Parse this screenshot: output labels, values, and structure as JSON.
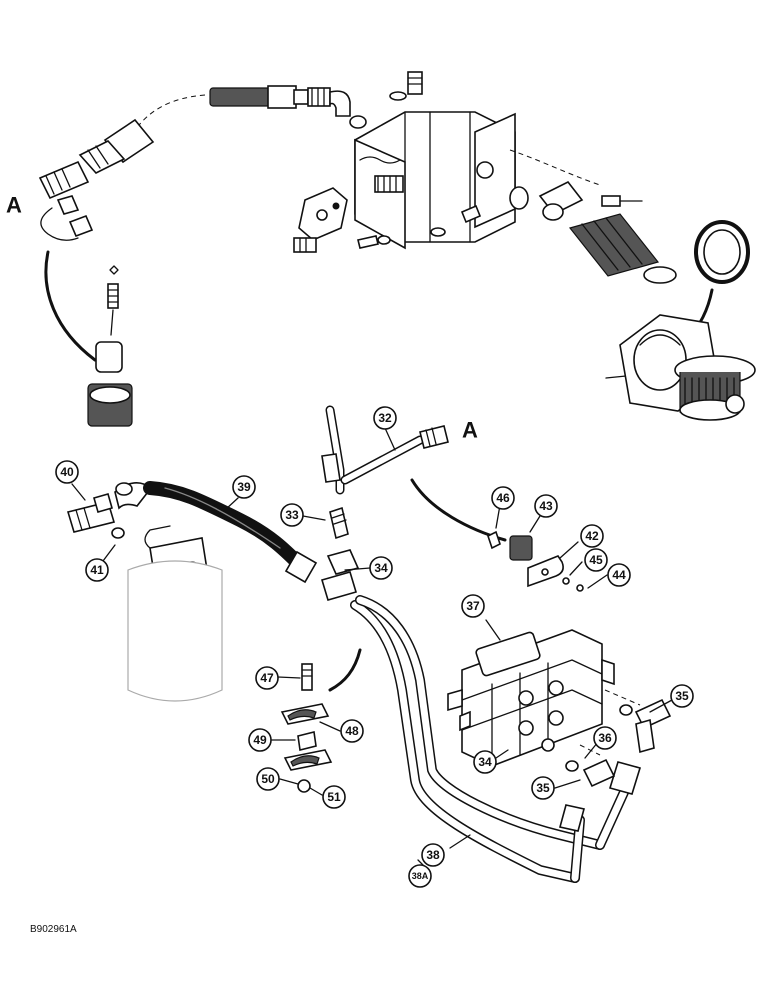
{
  "letters": {
    "a_left": "A",
    "a_right": "A"
  },
  "figure_id": "B902961A",
  "callouts": [
    {
      "label": "32"
    },
    {
      "label": "33"
    },
    {
      "label": "34"
    },
    {
      "label": "34"
    },
    {
      "label": "35"
    },
    {
      "label": "35"
    },
    {
      "label": "36"
    },
    {
      "label": "37"
    },
    {
      "label": "38"
    },
    {
      "label": "38A"
    },
    {
      "label": "39"
    },
    {
      "label": "40"
    },
    {
      "label": "41"
    },
    {
      "label": "42"
    },
    {
      "label": "43"
    },
    {
      "label": "44"
    },
    {
      "label": "45"
    },
    {
      "label": "46"
    },
    {
      "label": "47"
    },
    {
      "label": "48"
    },
    {
      "label": "49"
    },
    {
      "label": "50"
    },
    {
      "label": "51"
    }
  ]
}
